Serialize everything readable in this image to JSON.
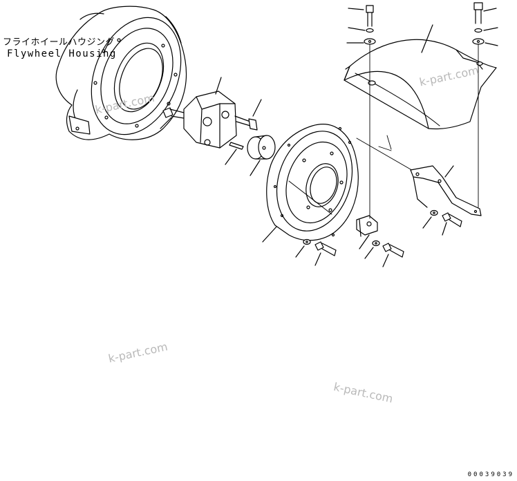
{
  "labels": {
    "flywheel_housing_jp": "フライホイールハウジング",
    "flywheel_housing_en": "Flywheel Housing"
  },
  "watermark": "k-part.com",
  "figure_code": "00039039"
}
